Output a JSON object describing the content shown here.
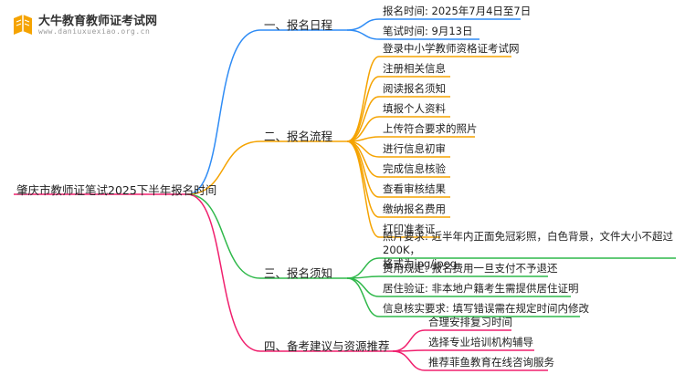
{
  "logo": {
    "title": "大牛教育教师证考试网",
    "subtitle": "www.daniuxuexiao.org.cn"
  },
  "root": {
    "label": "肇庆市教师证笔试2025下半年报名时间"
  },
  "branches": [
    {
      "label": "一、报名日程",
      "color": "#2f8cf5",
      "items": [
        "报名时间: 2025年7月4日至7日",
        "笔试时间: 9月13日"
      ]
    },
    {
      "label": "二、报名流程",
      "color": "#f5a300",
      "items": [
        "登录中小学教师资格证考试网",
        "注册相关信息",
        "阅读报名须知",
        "填报个人资料",
        "上传符合要求的照片",
        "进行信息初审",
        "完成信息核验",
        "查看审核结果",
        "缴纳报名费用",
        "打印准考证"
      ]
    },
    {
      "label": "三、报名须知",
      "color": "#2fb84a",
      "items": [
        "照片要求: 近半年内正面免冠彩照，白色背景，文件大小不超过200K，\n格式为jpg/jpeg",
        "费用规定: 报名费用一旦支付不予退还",
        "居住验证: 非本地户籍考生需提供居住证明",
        "信息核实要求: 填写错误需在规定时间内修改"
      ]
    },
    {
      "label": "四、备考建议与资源推荐",
      "color": "#f0206e",
      "items": [
        "合理安排复习时间",
        "选择专业培训机构辅导",
        "推荐菲鱼教育在线咨询服务"
      ]
    }
  ]
}
